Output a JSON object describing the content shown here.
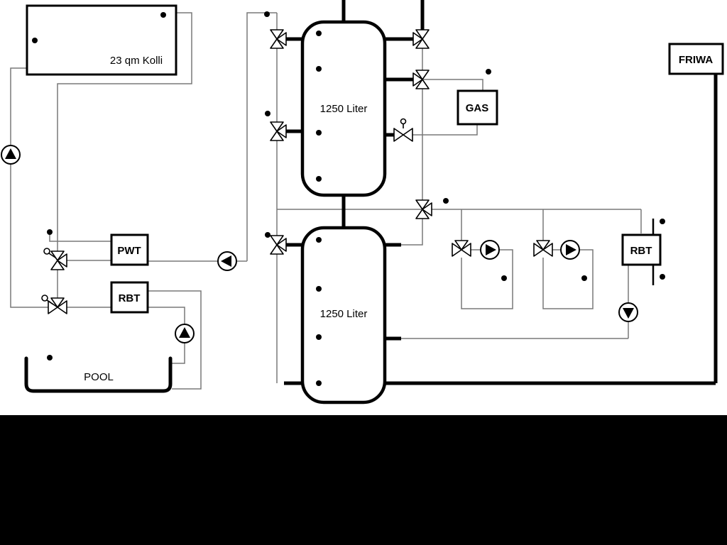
{
  "diagram": {
    "labels": {
      "collector": "23 qm Kolli",
      "tank_top": "1250 Liter",
      "tank_bottom": "1250 Liter",
      "pwt": "PWT",
      "rbt_left": "RBT",
      "gas": "GAS",
      "friwa": "FRIWA",
      "rbt_right": "RBT",
      "pool": "POOL"
    },
    "colors": {
      "background": "#ffffff",
      "letterbox": "#000000",
      "pipe_main": "#000000",
      "pipe_thin": "#787878"
    },
    "components": {
      "pumps": [
        "collector-pump",
        "buffer-charge-pump",
        "heating-circuit-pump-1",
        "heating-circuit-pump-2",
        "pool-pump",
        "rbt-right-pump"
      ],
      "valves": [
        "tank-top-left-upper-valve",
        "tank-top-left-lower-valve",
        "tank-bottom-left-valve",
        "tank-top-right-valve",
        "gas-flow-valve",
        "gas-return-valve",
        "header-mixing-valve",
        "collector-three-way-valve",
        "pool-three-way-valve",
        "heating-mixer-1",
        "heating-mixer-2"
      ]
    }
  }
}
